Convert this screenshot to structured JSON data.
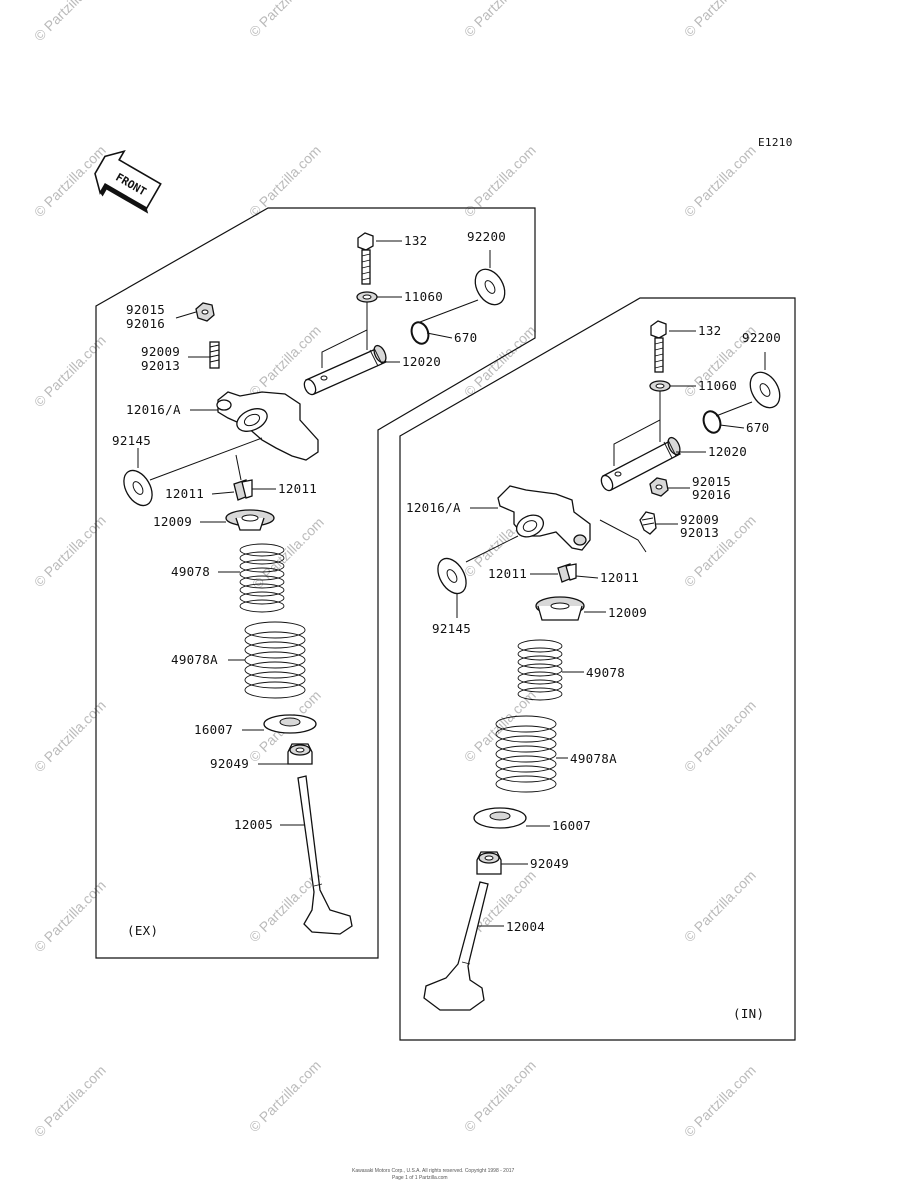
{
  "diagram_code": "E1210",
  "front_label": "FRONT",
  "watermark_text": "© Partzilla.com",
  "exhaust": {
    "title": "(EX)",
    "labels": {
      "bolt": "132",
      "washer_large": "92200",
      "washer_small": "11060",
      "oring": "670",
      "shaft": "12020",
      "nut_a": "92015",
      "nut_b": "92016",
      "screw_a": "92009",
      "screw_b": "92013",
      "rocker": "12016/A",
      "shim": "92145",
      "cotter_l": "12011",
      "cotter_r": "12011",
      "retainer": "12009",
      "spring_inner": "49078",
      "spring_outer": "49078A",
      "seat": "16007",
      "seal": "92049",
      "valve": "12005"
    }
  },
  "intake": {
    "title": "(IN)",
    "labels": {
      "bolt": "132",
      "washer_large": "92200",
      "washer_small": "11060",
      "oring": "670",
      "shaft": "12020",
      "nut_a": "92015",
      "nut_b": "92016",
      "screw_a": "92009",
      "screw_b": "92013",
      "rocker": "12016/A",
      "shim": "92145",
      "cotter_l": "12011",
      "cotter_r": "12011",
      "retainer": "12009",
      "spring_inner": "49078",
      "spring_outer": "49078A",
      "seat": "16007",
      "seal": "92049",
      "valve": "12004"
    }
  },
  "footer": {
    "line1": "Kawasaki Motors Corp., U.S.A. All rights reserved. Copyright 1998 - 2017",
    "line2": "Page 1 of 1 Partzilla.com"
  }
}
